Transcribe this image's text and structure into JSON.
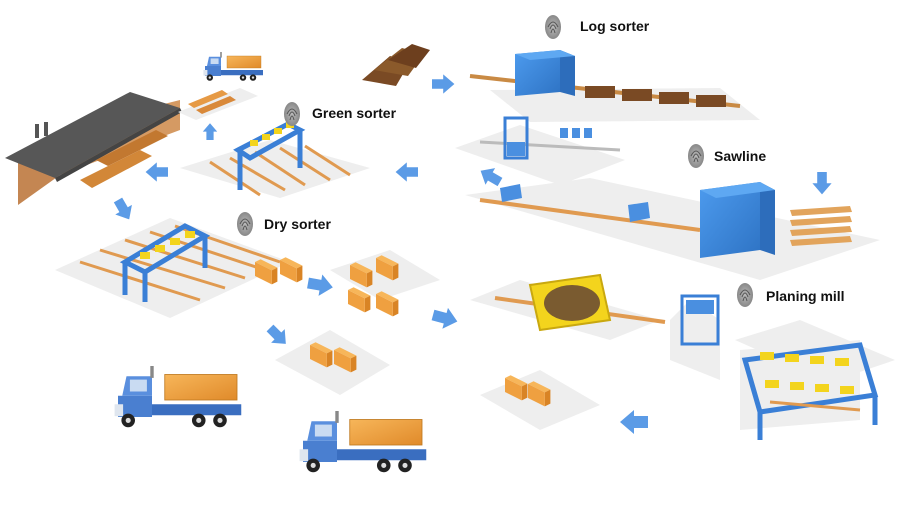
{
  "stations": {
    "log_sorter": "Log sorter",
    "green_sorter": "Green sorter",
    "sawline": "Sawline",
    "dry_sorter": "Dry sorter",
    "planing_mill": "Planing mill"
  },
  "colors": {
    "arrow": "#5b9be6",
    "machine_blue": "#3f8bdc",
    "timber": "#f0a446",
    "platform": "#ececec",
    "sensor_yellow": "#f3d41d",
    "roof": "#555555"
  }
}
